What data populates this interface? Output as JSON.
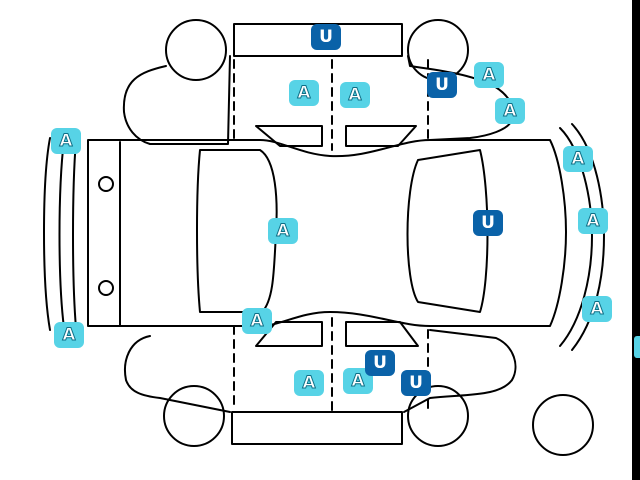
{
  "diagram": {
    "colors": {
      "line": "#000000",
      "background": "#ffffff",
      "badge_a_fill": "#57d3e6",
      "badge_a_text": "#ffffff",
      "badge_u_fill": "#0a62a8",
      "badge_u_text": "#ffffff"
    },
    "markers": [
      {
        "label": "U"
      },
      {
        "label": "A"
      },
      {
        "label": "A"
      },
      {
        "label": "U"
      },
      {
        "label": "A"
      },
      {
        "label": "A"
      },
      {
        "label": "A"
      },
      {
        "label": "A"
      },
      {
        "label": "U"
      },
      {
        "label": "A"
      },
      {
        "label": "A"
      },
      {
        "label": "A"
      },
      {
        "label": "A"
      },
      {
        "label": "A"
      },
      {
        "label": "A"
      },
      {
        "label": "A"
      },
      {
        "label": "U"
      },
      {
        "label": "U"
      }
    ]
  }
}
